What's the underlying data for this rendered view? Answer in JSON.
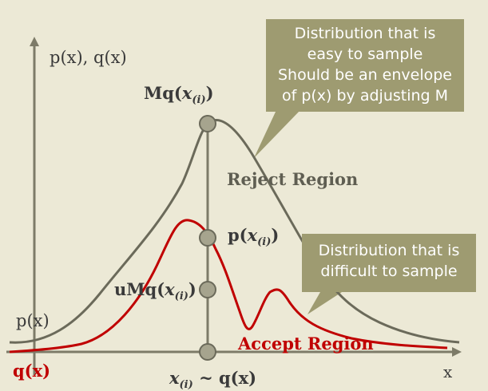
{
  "axes": {
    "y_label": "p(x), q(x)",
    "x_label": "x"
  },
  "curve_labels": {
    "p": "p(x)",
    "q": "q(x)"
  },
  "points": {
    "mq": "Mq(x(i))",
    "p": "p(x(i))",
    "umq": "uMq(x(i))",
    "sample": "x(i) ~ q(x)"
  },
  "regions": {
    "reject": "Reject Region",
    "accept": "Accept Region"
  },
  "callouts": {
    "envelope": [
      "Distribution that is",
      "easy to sample",
      "Should be an envelope",
      "of p(x) by adjusting M"
    ],
    "target": [
      "Distribution that is",
      "difficult to sample"
    ]
  },
  "colors": {
    "background": "#ece9d6",
    "envelope_curve": "#6b6a5a",
    "target_curve": "#c00000",
    "marker_fill": "#a6a48e",
    "callout_fill": "#9e9b71",
    "accept_label": "#c00000",
    "reject_label": "#5f5e52"
  }
}
